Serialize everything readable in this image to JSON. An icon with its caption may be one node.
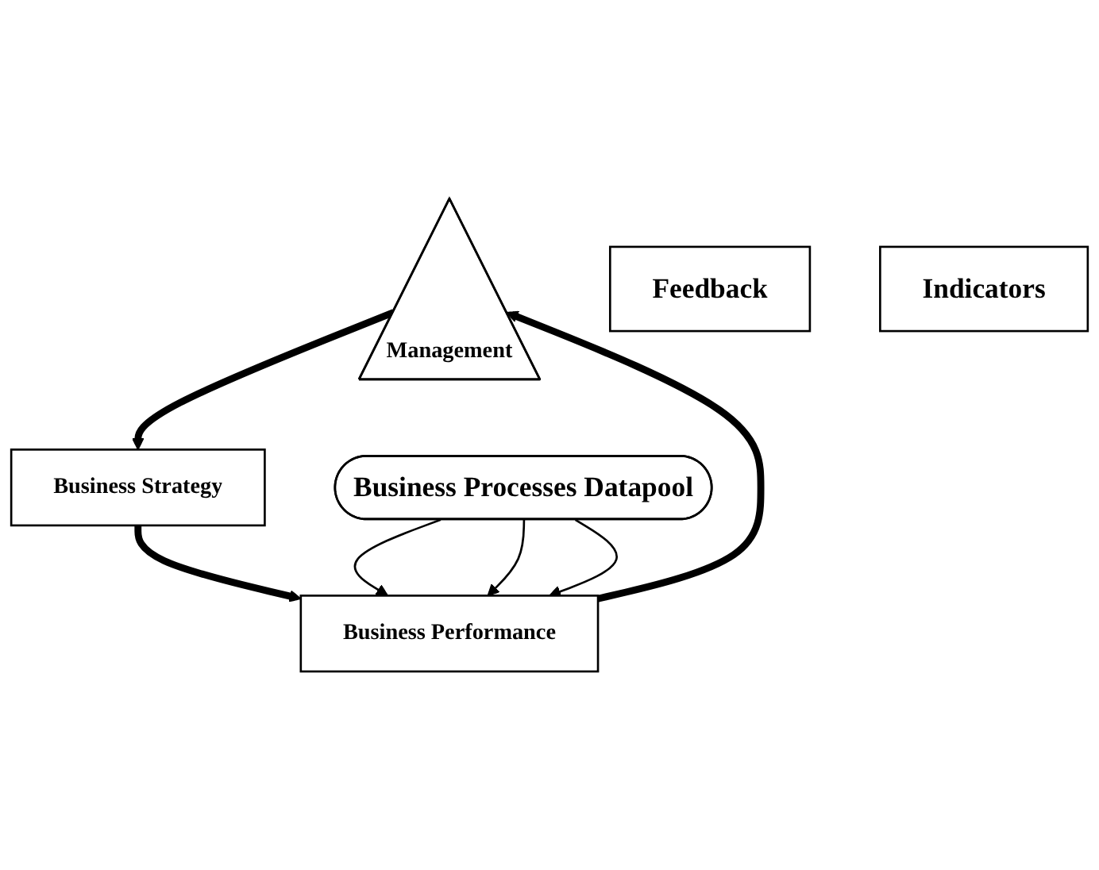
{
  "diagram": {
    "nodes": [
      {
        "text": [
          "Management"
        ]
      },
      {
        "text": [
          "Business Strategy"
        ]
      },
      {
        "text": [
          "Business Performance"
        ]
      },
      {
        "text": [
          "Business Processes Datapool"
        ]
      },
      {
        "text": [
          "Feedback"
        ]
      },
      {
        "text": [
          "Indicators"
        ]
      }
    ],
    "edges": [
      {
        "from": 0,
        "to": 1,
        "arrow": "to",
        "style": "thick"
      },
      {
        "from": 1,
        "to": 2,
        "arrow": "to",
        "style": "thick"
      },
      {
        "from": 3,
        "to": 2,
        "arrow": "to"
      },
      {
        "from": 3,
        "to": 2,
        "arrow": "to"
      },
      {
        "from": 3,
        "to": 2,
        "arrow": "to"
      },
      {
        "from": 2,
        "to": 0,
        "arrow": "to",
        "style": "thick"
      }
    ]
  }
}
